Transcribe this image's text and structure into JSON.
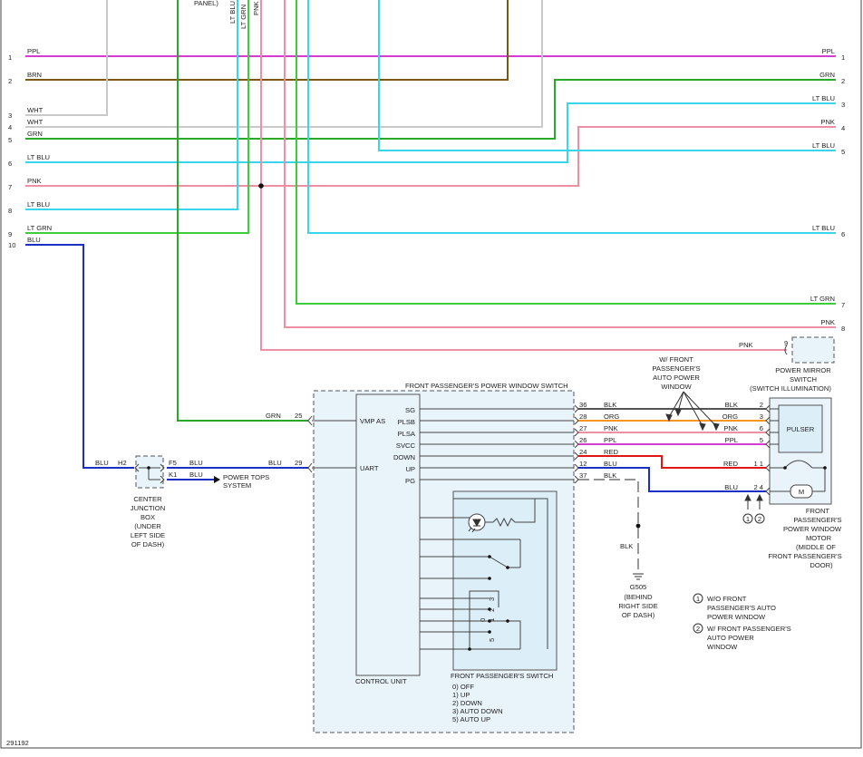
{
  "colors": {
    "PPL": "#d23cd2",
    "BRN": "#7a5a12",
    "WHT": "#c9c9c9",
    "GRN": "#2aa82a",
    "LTBLU": "#38d6ec",
    "PNK": "#ef8fa5",
    "LTGRN": "#3ccc3c",
    "BLU": "#1b2fc4",
    "ORG": "#f5961e",
    "RED": "#e01616",
    "BLK": "#555555"
  },
  "top_texts": {
    "panel_tail": "PANEL)",
    "lt_blu": "LT BLU",
    "lt_grn": "LT GRN",
    "pnk": "PNK"
  },
  "left_wires": [
    {
      "pin": "1",
      "label": "PPL"
    },
    {
      "pin": "2",
      "label": "BRN"
    },
    {
      "pin": "3",
      "label": "WHT"
    },
    {
      "pin": "4",
      "label": "WHT"
    },
    {
      "pin": "5",
      "label": "GRN"
    },
    {
      "pin": "6",
      "label": "LT BLU"
    },
    {
      "pin": "7",
      "label": "PNK"
    },
    {
      "pin": "8",
      "label": "LT BLU"
    },
    {
      "pin": "9",
      "label": "LT GRN"
    },
    {
      "pin": "10",
      "label": "BLU"
    }
  ],
  "right_wires": [
    {
      "pin": "1",
      "label": "PPL"
    },
    {
      "pin": "2",
      "label": "GRN"
    },
    {
      "pin": "3",
      "label": "LT BLU"
    },
    {
      "pin": "4",
      "label": "PNK"
    },
    {
      "pin": "5",
      "label": "LT BLU"
    },
    {
      "pin": "6",
      "label": "LT BLU"
    },
    {
      "pin": "7",
      "label": "LT GRN"
    },
    {
      "pin": "8",
      "label": "PNK"
    }
  ],
  "mirror": {
    "pin": "9",
    "wire": "PNK",
    "title": [
      "POWER MIRROR",
      "SWITCH",
      "(SWITCH ILLUMINATION)"
    ]
  },
  "auto_note": [
    "W/ FRONT",
    "PASSENGER'S",
    "AUTO POWER",
    "WINDOW"
  ],
  "pw_switch": {
    "title": "FRONT PASSENGER'S POWER WINDOW SWITCH",
    "left_pins": [
      {
        "wire": "GRN",
        "pin": "25",
        "signal": "VMP AS"
      },
      {
        "wire": "BLU",
        "pin": "29",
        "signal": "UART"
      }
    ],
    "terminals": [
      {
        "name": "SG",
        "pin": "36",
        "wire": "BLK"
      },
      {
        "name": "PLSB",
        "pin": "28",
        "wire": "ORG"
      },
      {
        "name": "PLSA",
        "pin": "27",
        "wire": "PNK"
      },
      {
        "name": "SVCC",
        "pin": "26",
        "wire": "PPL"
      },
      {
        "name": "DOWN",
        "pin": "24",
        "wire": "RED"
      },
      {
        "name": "UP",
        "pin": "12",
        "wire": "BLU"
      },
      {
        "name": "PG",
        "pin": "37",
        "wire": "BLK"
      }
    ],
    "control_unit": "CONTROL UNIT",
    "switch_title": "FRONT PASSENGER'S SWITCH",
    "switch_positions": [
      "0) OFF",
      "1) UP",
      "2) DOWN",
      "3) AUTO DOWN",
      "5) AUTO UP"
    ],
    "knob_digits": [
      "3",
      "2",
      "1",
      "0",
      "5"
    ]
  },
  "motor": {
    "pulser": "PULSER",
    "pins": [
      {
        "wire": "BLK",
        "pin": "2"
      },
      {
        "wire": "ORG",
        "pin": "3"
      },
      {
        "wire": "PNK",
        "pin": "6"
      },
      {
        "wire": "PPL",
        "pin": "5"
      },
      {
        "wire": "RED",
        "pin": "1 1"
      },
      {
        "wire": "BLU",
        "pin": "2 4"
      }
    ],
    "motor_symbol": "M",
    "callouts": [
      "1",
      "2"
    ],
    "title": [
      "FRONT",
      "PASSENGER'S",
      "POWER WINDOW",
      "MOTOR",
      "(MIDDLE OF",
      "FRONT PASSENGER'S",
      "DOOR)"
    ]
  },
  "ground": {
    "wire": "BLK",
    "id": "G505",
    "desc": [
      "(BEHIND",
      "RIGHT SIDE",
      "OF DASH)"
    ]
  },
  "junction": {
    "wire": "BLU",
    "pin": "H2",
    "out_pins": [
      "F5",
      "K1"
    ],
    "out_wires": [
      "BLU",
      "BLU"
    ],
    "power_tops": [
      "POWER TOPS",
      "SYSTEM"
    ],
    "title": [
      "CENTER",
      "JUNCTION",
      "BOX",
      "(UNDER",
      "LEFT SIDE",
      "OF DASH)"
    ]
  },
  "notes": [
    {
      "num": "1",
      "lines": [
        "W/O FRONT",
        "PASSENGER'S AUTO",
        "POWER WINDOW"
      ]
    },
    {
      "num": "2",
      "lines": [
        "W/ FRONT PASSENGER'S",
        "AUTO POWER",
        "WINDOW"
      ]
    }
  ],
  "figure_id": "291192"
}
